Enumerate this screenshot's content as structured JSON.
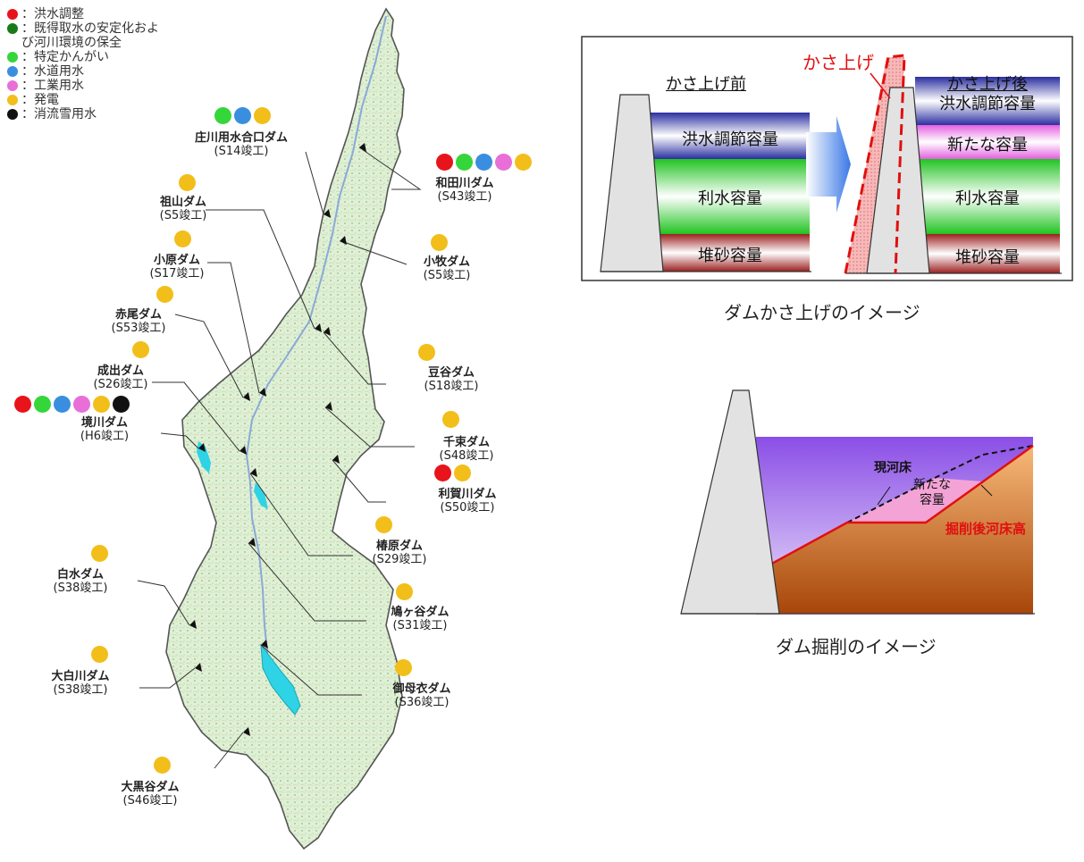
{
  "legend": [
    {
      "label": "洪水調整",
      "color": "#e8141b"
    },
    {
      "label": "既得取水の安定化およ\nび河川環境の保全",
      "color": "#1a7a1a"
    },
    {
      "label": "特定かんがい",
      "color": "#35d63a"
    },
    {
      "label": "水道用水",
      "color": "#3a8ee0"
    },
    {
      "label": "工業用水",
      "color": "#e86fd8"
    },
    {
      "label": "発電",
      "color": "#f2be1a"
    },
    {
      "label": "消流雪用水",
      "color": "#111111"
    }
  ],
  "colors": {
    "flood": "#e8141b",
    "environment": "#1a7a1a",
    "irrigation": "#35d63a",
    "water": "#3a8ee0",
    "industrial": "#e86fd8",
    "power": "#f2be1a",
    "snow": "#111111"
  },
  "dams": [
    {
      "id": "shokawa",
      "name": "庄川用水合口ダム",
      "year": "(S14竣工)",
      "uses": [
        "irrigation",
        "water",
        "power"
      ]
    },
    {
      "id": "wadagawa",
      "name": "和田川ダム",
      "year": "(S43竣工)",
      "uses": [
        "flood",
        "irrigation",
        "water",
        "industrial",
        "power"
      ]
    },
    {
      "id": "soyama",
      "name": "祖山ダム",
      "year": "(S5竣工)",
      "uses": [
        "power"
      ]
    },
    {
      "id": "komaki",
      "name": "小牧ダム",
      "year": "(S5竣工)",
      "uses": [
        "power"
      ]
    },
    {
      "id": "ohara",
      "name": "小原ダム",
      "year": "(S17竣工)",
      "uses": [
        "power"
      ]
    },
    {
      "id": "akao",
      "name": "赤尾ダム",
      "year": "(S53竣工)",
      "uses": [
        "power"
      ]
    },
    {
      "id": "mameya",
      "name": "豆谷ダム",
      "year": "(S18竣工)",
      "uses": [
        "power"
      ]
    },
    {
      "id": "naride",
      "name": "成出ダム",
      "year": "(S26竣工)",
      "uses": [
        "power"
      ]
    },
    {
      "id": "sakaigawa",
      "name": "境川ダム",
      "year": "(H6竣工)",
      "uses": [
        "flood",
        "irrigation",
        "water",
        "industrial",
        "power",
        "snow"
      ]
    },
    {
      "id": "sento",
      "name": "千束ダム",
      "year": "(S48竣工)",
      "uses": [
        "power"
      ]
    },
    {
      "id": "rigagawa",
      "name": "利賀川ダム",
      "year": "(S50竣工)",
      "uses": [
        "flood",
        "power"
      ]
    },
    {
      "id": "tsubakihara",
      "name": "椿原ダム",
      "year": "(S29竣工)",
      "uses": [
        "power"
      ]
    },
    {
      "id": "shiramizu",
      "name": "白水ダム",
      "year": "(S38竣工)",
      "uses": [
        "power"
      ]
    },
    {
      "id": "hatogaya",
      "name": "鳩ヶ谷ダム",
      "year": "(S31竣工)",
      "uses": [
        "power"
      ]
    },
    {
      "id": "oshirakawa",
      "name": "大白川ダム",
      "year": "(S38竣工)",
      "uses": [
        "power"
      ]
    },
    {
      "id": "miboro",
      "name": "御母衣ダム",
      "year": "(S36竣工)",
      "uses": [
        "power"
      ]
    },
    {
      "id": "ogurodani",
      "name": "大黒谷ダム",
      "year": "(S46竣工)",
      "uses": [
        "power"
      ]
    }
  ],
  "raise_diagram": {
    "before_title": "かさ上げ前",
    "after_title": "かさ上げ後",
    "raise_label": "かさ上げ",
    "before_layers": [
      "洪水調節容量",
      "利水容量",
      "堆砂容量"
    ],
    "after_layers": [
      "洪水調節容量",
      "新たな容量",
      "利水容量",
      "堆砂容量"
    ],
    "caption": "ダムかさ上げのイメージ"
  },
  "excavation_diagram": {
    "current_bed": "現河床",
    "new_capacity": "新たな\n容量",
    "after_bed": "掘削後河床高",
    "caption": "ダム掘削のイメージ"
  }
}
